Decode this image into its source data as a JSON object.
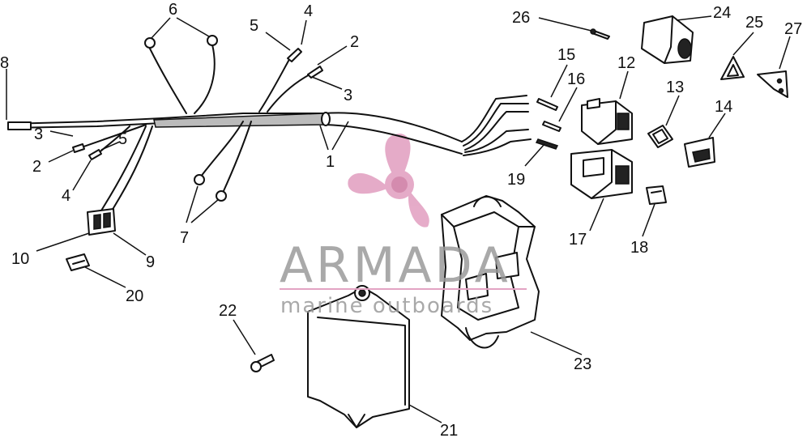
{
  "callouts": [
    {
      "id": "c1",
      "text": "1"
    },
    {
      "id": "c2a",
      "text": "2"
    },
    {
      "id": "c2b",
      "text": "2"
    },
    {
      "id": "c3a",
      "text": "3"
    },
    {
      "id": "c3b",
      "text": "3"
    },
    {
      "id": "c4a",
      "text": "4"
    },
    {
      "id": "c4b",
      "text": "4"
    },
    {
      "id": "c5a",
      "text": "5"
    },
    {
      "id": "c5b",
      "text": "5"
    },
    {
      "id": "c6",
      "text": "6"
    },
    {
      "id": "c7",
      "text": "7"
    },
    {
      "id": "c8",
      "text": "8"
    },
    {
      "id": "c9",
      "text": "9"
    },
    {
      "id": "c10",
      "text": "10"
    },
    {
      "id": "c12",
      "text": "12"
    },
    {
      "id": "c13",
      "text": "13"
    },
    {
      "id": "c14",
      "text": "14"
    },
    {
      "id": "c15",
      "text": "15"
    },
    {
      "id": "c16",
      "text": "16"
    },
    {
      "id": "c17",
      "text": "17"
    },
    {
      "id": "c18",
      "text": "18"
    },
    {
      "id": "c19",
      "text": "19"
    },
    {
      "id": "c20",
      "text": "20"
    },
    {
      "id": "c21",
      "text": "21"
    },
    {
      "id": "c22",
      "text": "22"
    },
    {
      "id": "c23",
      "text": "23"
    },
    {
      "id": "c24",
      "text": "24"
    },
    {
      "id": "c25",
      "text": "25"
    },
    {
      "id": "c26",
      "text": "26"
    },
    {
      "id": "c27",
      "text": "27"
    }
  ],
  "watermark": {
    "brand": "ARMADA",
    "tagline": "marine outboards",
    "brand_color": "#9a9a9a",
    "accent_color": "#e3a3c3"
  },
  "colors": {
    "line": "#111111",
    "background": "#ffffff"
  }
}
